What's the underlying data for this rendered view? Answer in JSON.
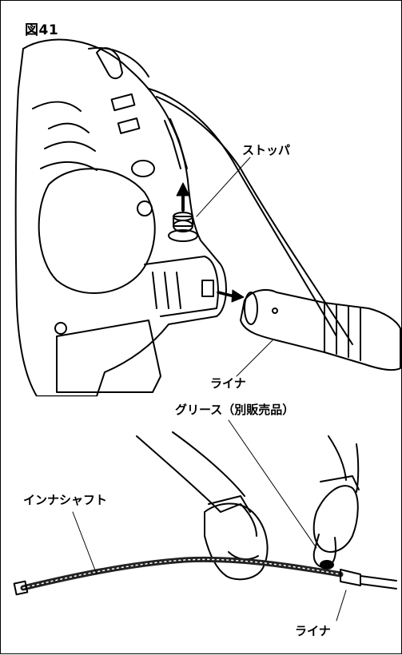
{
  "figure": {
    "label": "図41"
  },
  "labels": {
    "stopper": "ストッパ",
    "liner_top": "ライナ",
    "grease": "グリース（別販売品）",
    "inner_shaft": "インナシャフト",
    "liner_bottom": "ライナ"
  },
  "colors": {
    "line": "#000000",
    "fill": "#ffffff",
    "shade": "#222222"
  }
}
